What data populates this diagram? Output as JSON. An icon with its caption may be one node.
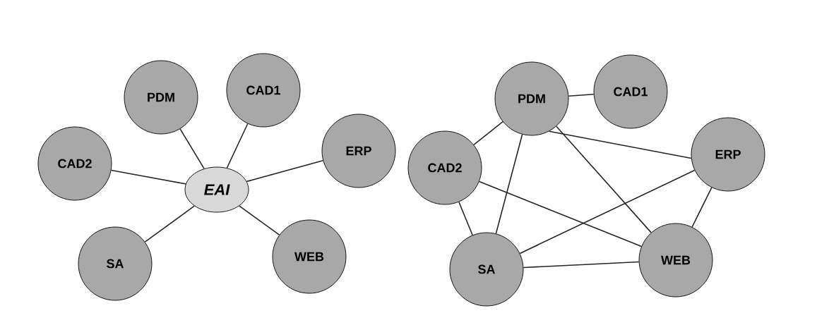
{
  "diagram": {
    "nodes": [
      {
        "text": [
          "PDM"
        ]
      },
      {
        "text": [
          "CAD1"
        ]
      },
      {
        "text": [
          "CAD2"
        ]
      },
      {
        "text": [
          "EAI"
        ]
      },
      {
        "text": [
          "ERP"
        ]
      },
      {
        "text": [
          "SA"
        ]
      },
      {
        "text": [
          "WEB"
        ]
      },
      {
        "text": [
          "PDM"
        ]
      },
      {
        "text": [
          "CAD1"
        ]
      },
      {
        "text": [
          "CAD2"
        ]
      },
      {
        "text": [
          "ERP"
        ]
      },
      {
        "text": [
          "SA"
        ]
      },
      {
        "text": [
          "WEB"
        ]
      }
    ],
    "edges": [
      {
        "from": 3,
        "to": 0,
        "arrow": "none"
      },
      {
        "from": 3,
        "to": 1,
        "arrow": "none"
      },
      {
        "from": 3,
        "to": 2,
        "arrow": "none"
      },
      {
        "from": 3,
        "to": 4,
        "arrow": "none"
      },
      {
        "from": 3,
        "to": 5,
        "arrow": "none"
      },
      {
        "from": 3,
        "to": 6,
        "arrow": "none"
      },
      {
        "from": 7,
        "to": 8,
        "arrow": "none"
      },
      {
        "from": 7,
        "to": 9,
        "arrow": "none"
      },
      {
        "from": 7,
        "to": 11,
        "arrow": "none"
      },
      {
        "from": 7,
        "to": 10,
        "arrow": "none"
      },
      {
        "from": 7,
        "to": 12,
        "arrow": "none"
      },
      {
        "from": 9,
        "to": 11,
        "arrow": "none"
      },
      {
        "from": 9,
        "to": 12,
        "arrow": "none"
      },
      {
        "from": 11,
        "to": 10,
        "arrow": "none"
      },
      {
        "from": 11,
        "to": 12,
        "arrow": "none"
      },
      {
        "from": 10,
        "to": 12,
        "arrow": "none"
      }
    ]
  }
}
